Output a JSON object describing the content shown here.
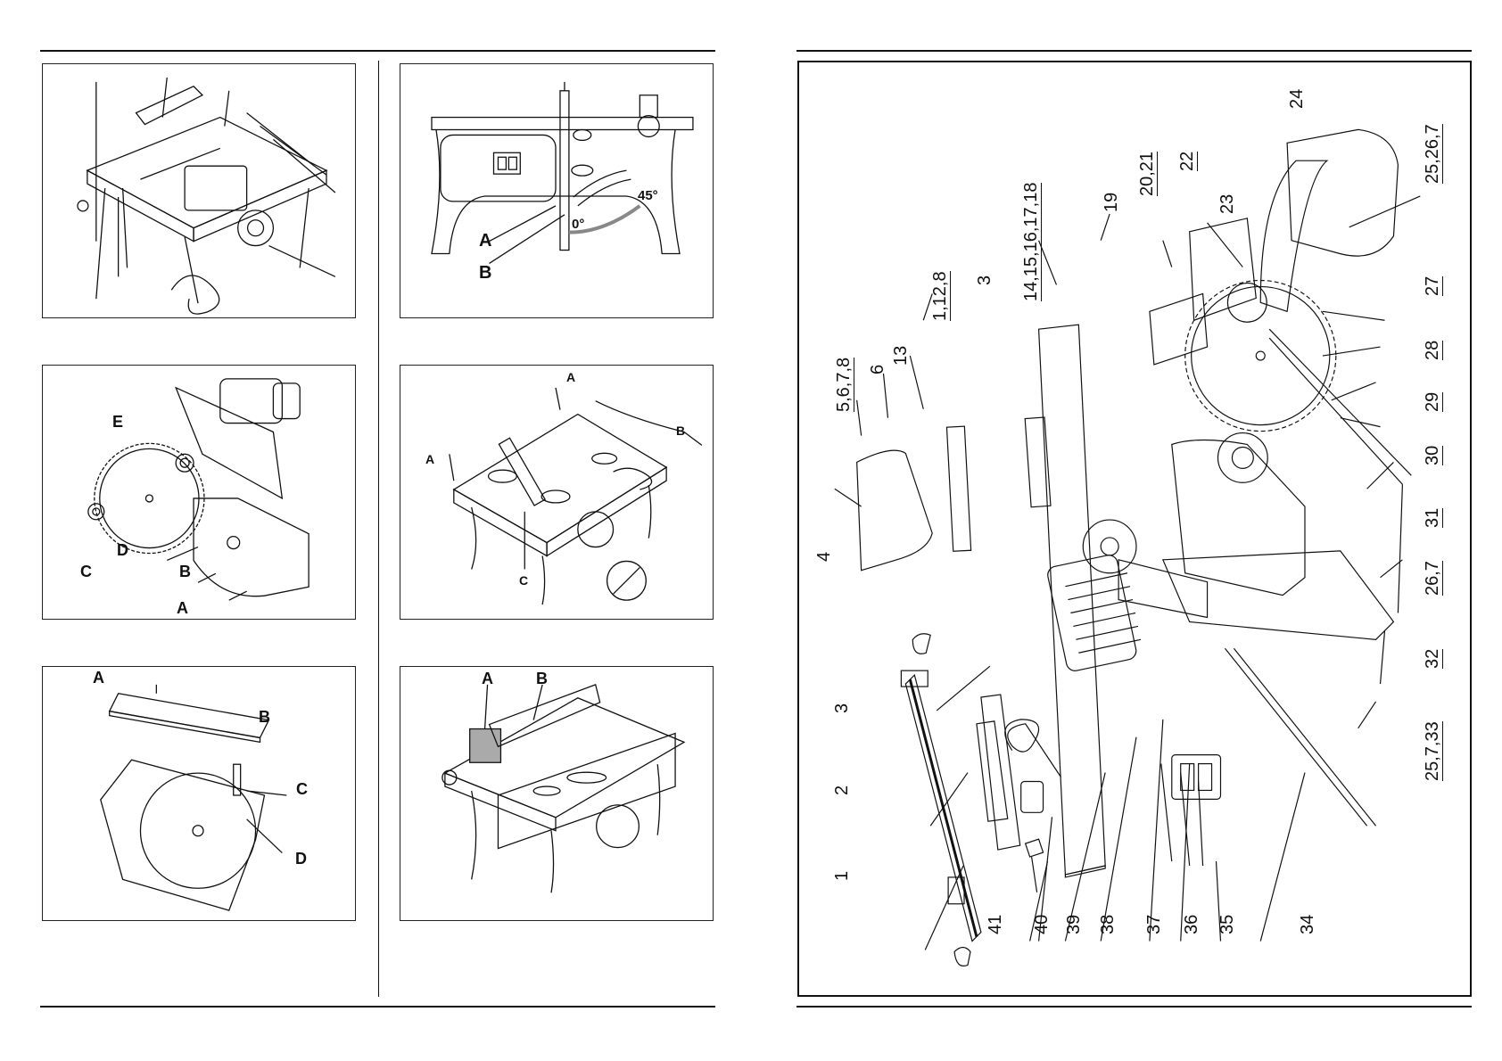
{
  "left_page": {
    "figures": [
      {
        "id": "fig-assembly-overview",
        "labels": []
      },
      {
        "id": "fig-bevel-adjust",
        "labels": [
          "A",
          "B",
          "0°",
          "45°"
        ]
      },
      {
        "id": "fig-blade-change",
        "labels": [
          "A",
          "B",
          "C",
          "D",
          "E"
        ]
      },
      {
        "id": "fig-table-use",
        "labels": [
          "A",
          "A",
          "B",
          "C"
        ]
      },
      {
        "id": "fig-table-insert",
        "labels": [
          "A",
          "B",
          "C",
          "D"
        ]
      },
      {
        "id": "fig-rip-fence",
        "labels": [
          "A",
          "B"
        ]
      }
    ]
  },
  "right_page": {
    "exploded_view": {
      "part_numbers": [
        "1",
        "2",
        "3",
        "3",
        "4",
        "5,6,7,8",
        "6",
        "13",
        "1,12,8",
        "3",
        "14,15,16,17,18",
        "19",
        "20,21",
        "22",
        "23",
        "24",
        "25,26,7",
        "27",
        "28",
        "29",
        "30",
        "31",
        "26,7",
        "32",
        "25,7,33",
        "34",
        "35",
        "36",
        "37",
        "38",
        "39",
        "40",
        "41"
      ]
    }
  },
  "colors": {
    "ink": "#111111",
    "paper": "#ffffff"
  }
}
